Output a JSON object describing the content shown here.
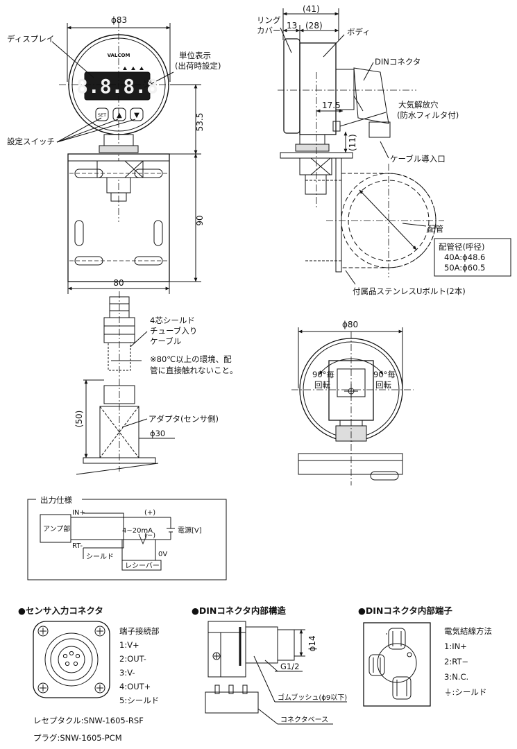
{
  "front_view": {
    "dia_83": "ϕ83",
    "display": "ディスプレイ",
    "brand": "VALCOM",
    "readout": "8.8.8.8",
    "unit_display_1": "単位表示",
    "unit_display_2": "(出荷時設定)",
    "unit_marks": "kPa",
    "btn_set": "SET",
    "btn_up": "▲",
    "btn_down": "▼",
    "setting_switch": "設定スイッチ",
    "dim_53_5": "53.5",
    "dim_90": "90",
    "dim_80": "80"
  },
  "side_view": {
    "ring_cover_1": "リング",
    "ring_cover_2": "カバー",
    "dim_41": "(41)",
    "dim_13": "13",
    "dim_28": "(28)",
    "body": "ボディ",
    "din_connector": "DINコネクタ",
    "vent_1": "大気解放穴",
    "vent_2": "(防水フィルタ付)",
    "dim_17_5": "17.5",
    "dim_11": "(11)",
    "cable_entry": "ケーブル導入口",
    "pipe": "配管",
    "pipe_dia_title": "配管径(呼径)",
    "pipe_40a": "40A:ϕ48.6",
    "pipe_50a": "50A:ϕ60.5",
    "ubolt": "付属品ステンレスUボルト(2本)"
  },
  "sensor_view": {
    "cable_1": "4芯シールド",
    "cable_2": "チューブ入り",
    "cable_3": "ケーブル",
    "note_1": "※80℃以上の環境、配",
    "note_2": "管に直接触れないこと。",
    "dim_50": "(50)",
    "adapter": "アダプタ(センサ側)",
    "dia_30": "ϕ30"
  },
  "rear_view": {
    "dia_80": "ϕ80",
    "rot_left_1": "90°毎",
    "rot_left_2": "回転",
    "rot_right_1": "90°毎",
    "rot_right_2": "回転"
  },
  "output_spec": {
    "title": "出力仕様",
    "amp": "アンプ部",
    "in_plus": "IN+",
    "rt_minus": "RT-",
    "current": "4~20mA",
    "plus": "(+)",
    "minus": "(−)",
    "power": "電源[V]",
    "shield": "シールド",
    "ov": "0V",
    "receiver": "レシーバー"
  },
  "sensor_connector": {
    "heading": "●センサ入力コネクタ",
    "pin_title": "端子接続部",
    "pins": [
      "1:V+",
      "2:OUT-",
      "3:V-",
      "4:OUT+",
      "5:シールド"
    ],
    "receptacle": "レセプタクル:SNW-1605-RSF",
    "plug": "プラグ:SNW-1605-PCM"
  },
  "din_structure": {
    "heading": "●DINコネクタ内部構造",
    "dia_14": "ϕ14",
    "g12": "G1/2",
    "rubber_bush": "ゴムブッシュ(ϕ9以下)",
    "base": "コネクタベース"
  },
  "din_terminals": {
    "heading": "●DINコネクタ内部端子",
    "wiring_title": "電気結線方法",
    "terms": [
      "1:IN+",
      "2:RT−",
      "3:N.C.",
      "⏚:シールド"
    ]
  }
}
